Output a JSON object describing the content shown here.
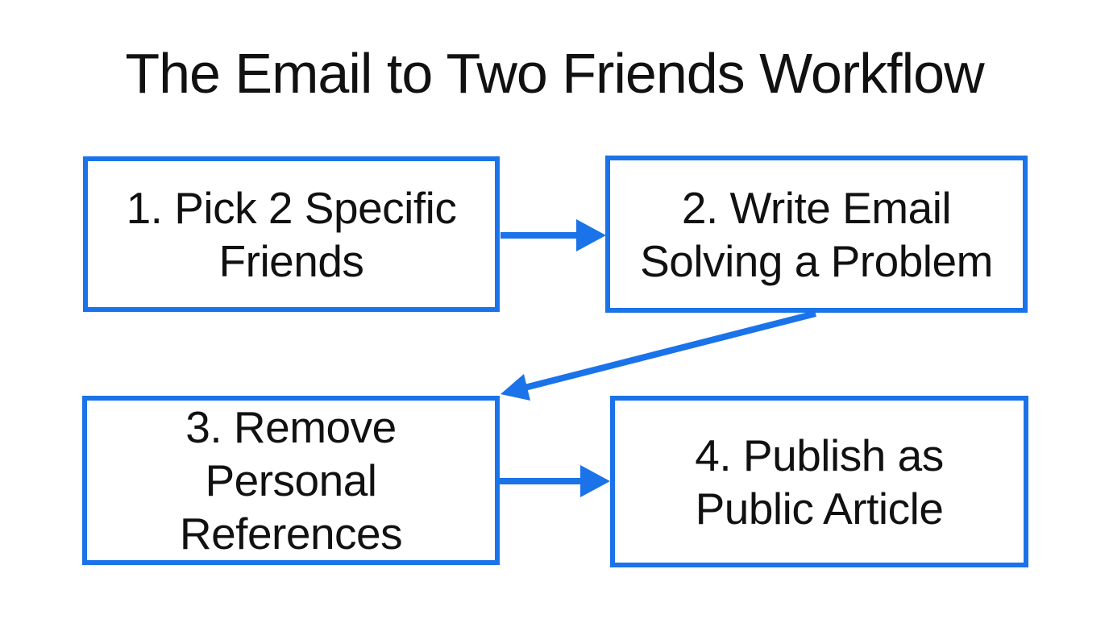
{
  "title": "The Email to Two Friends Workflow",
  "colors": {
    "accent_blue": "#1a73e8",
    "text": "#111111",
    "background": "#ffffff"
  },
  "flowchart": {
    "steps": [
      {
        "id": 1,
        "label": "1. Pick 2 Specific\nFriends"
      },
      {
        "id": 2,
        "label": "2. Write Email\nSolving a Problem"
      },
      {
        "id": 3,
        "label": "3. Remove\nPersonal\nReferences"
      },
      {
        "id": 4,
        "label": "4. Publish as\nPublic Article"
      }
    ],
    "connections": [
      {
        "from": 1,
        "to": 2,
        "direction": "right"
      },
      {
        "from": 2,
        "to": 3,
        "direction": "down-left-diagonal"
      },
      {
        "from": 3,
        "to": 4,
        "direction": "right"
      }
    ]
  }
}
